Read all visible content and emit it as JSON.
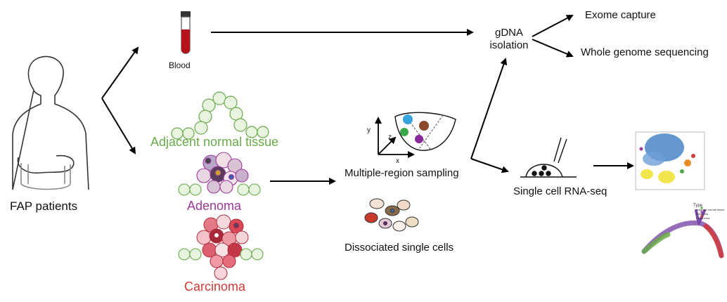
{
  "labels": {
    "patients": "FAP patients",
    "blood": "Blood",
    "adjacent": "Adjacent normal tissue",
    "adenoma": "Adenoma",
    "carcinoma": "Carcinoma",
    "sampling": "Multiple-region sampling",
    "dissociated": "Dissociated single cells",
    "gdna_line1": "gDNA",
    "gdna_line2": "isolation",
    "exome": "Exome capture",
    "wgs": "Whole genome sequencing",
    "scrna": "Single cell RNA-seq",
    "axis_x": "x",
    "axis_y": "y",
    "axis_z": "z",
    "legend_title": "Type",
    "legend_items": [
      "Adjacent normal tissue",
      "Adenoma",
      "Carcinoma"
    ]
  },
  "colors": {
    "normal": "#6aaa4a",
    "adenoma": "#9b3a9b",
    "carcinoma": "#d23a3a",
    "blood": "#b5121b",
    "tsne_blue": "#4a86c8",
    "tsne_yellow": "#f2e33a"
  },
  "icons": [
    "human-silhouette-icon",
    "blood-tube-icon",
    "bowl-3d-sampling-icon",
    "pipette-cell-icon",
    "tsne-plot-icon",
    "trajectory-plot-icon"
  ]
}
